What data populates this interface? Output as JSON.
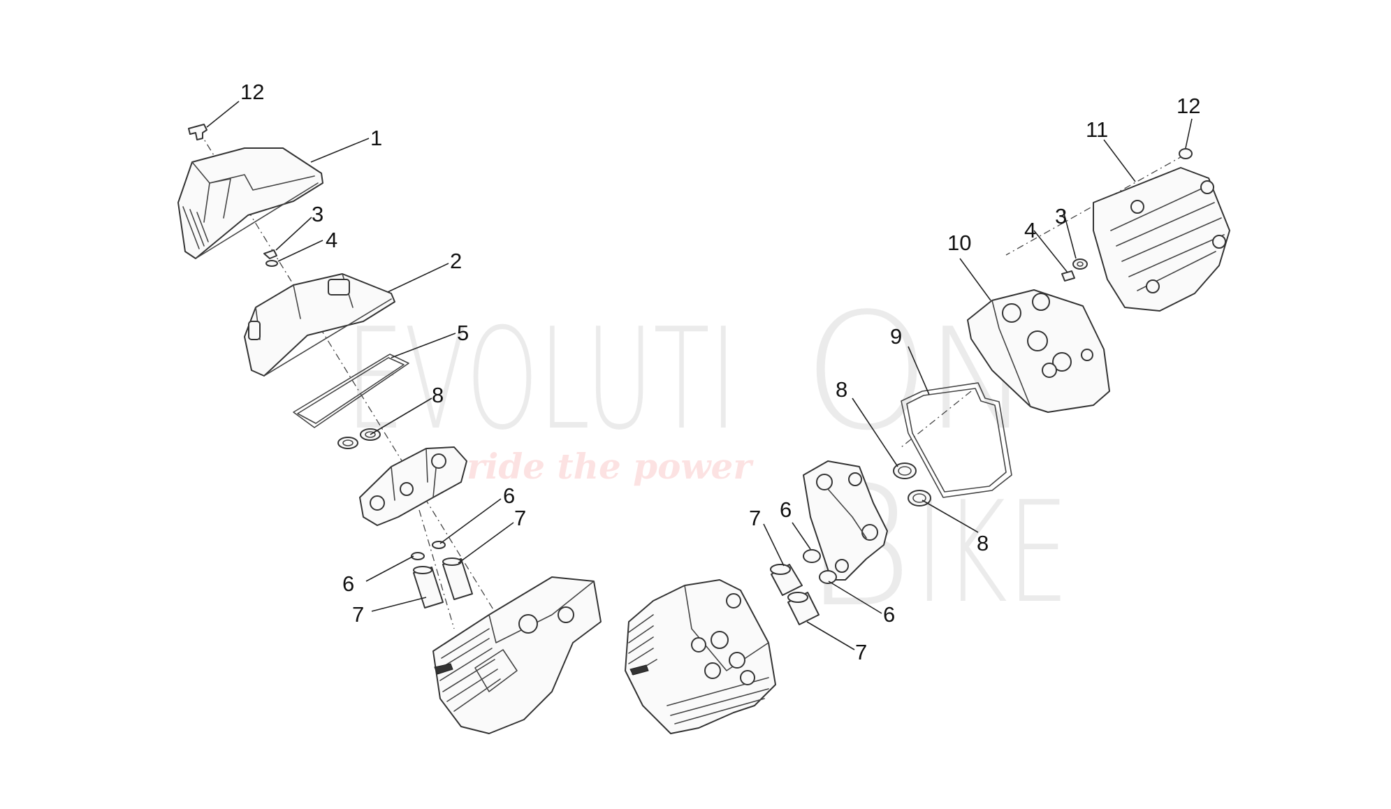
{
  "watermark": {
    "brand_top": "EVOLUTI",
    "brand_big_letter": "O",
    "brand_top_end": "N",
    "brand_bottom": "IKE",
    "brand_bottom_letter": "B",
    "tagline": "ride the power",
    "color": "#9a9a9a",
    "tagline_color": "#f4a0a0"
  },
  "callouts": {
    "left": {
      "c12": "12",
      "c1": "1",
      "c3": "3",
      "c4": "4",
      "c2": "2",
      "c5": "5",
      "c8": "8",
      "c6a": "6",
      "c7a": "7",
      "c6b": "6",
      "c7b": "7"
    },
    "right": {
      "c12": "12",
      "c11": "11",
      "c3": "3",
      "c4": "4",
      "c10": "10",
      "c9": "9",
      "c8a": "8",
      "c8b": "8",
      "c6a": "6",
      "c7a": "7",
      "c6b": "6",
      "c7b": "7"
    }
  }
}
